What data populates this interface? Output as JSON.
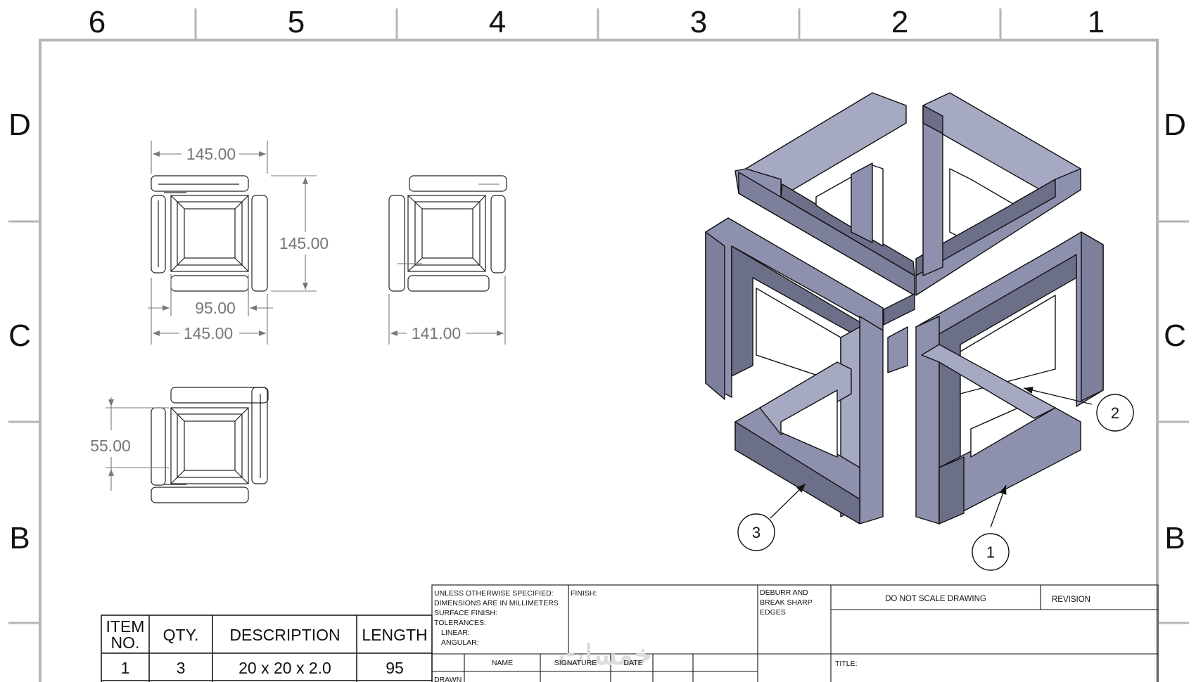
{
  "border": {
    "columns": [
      "6",
      "5",
      "4",
      "3",
      "2",
      "1"
    ],
    "rows": [
      "D",
      "C",
      "B"
    ]
  },
  "dimensions": {
    "top_width": "145.00",
    "right_height": "145.00",
    "inner_width": "95.00",
    "bottom_width": "145.00",
    "side_width": "141.00",
    "small_height": "55.00"
  },
  "balloons": [
    "1",
    "2",
    "3"
  ],
  "bom": {
    "headers": {
      "item_line1": "ITEM",
      "item_line2": "NO.",
      "qty": "QTY.",
      "description": "DESCRIPTION",
      "length": "LENGTH"
    },
    "rows": [
      {
        "item": "1",
        "qty": "3",
        "description": "20 x 20 x 2.0",
        "length": "95"
      }
    ]
  },
  "title_block": {
    "notes": [
      "UNLESS OTHERWISE SPECIFIED:",
      "DIMENSIONS ARE IN MILLIMETERS",
      "SURFACE FINISH:",
      "TOLERANCES:",
      "LINEAR:",
      "ANGULAR:"
    ],
    "finish": "FINISH:",
    "deburr": [
      "DEBURR AND",
      "BREAK SHARP",
      "EDGES"
    ],
    "do_not_scale": "DO NOT SCALE DRAWING",
    "revision": "REVISION",
    "name": "NAME",
    "signature": "SIGNATURE",
    "date": "DATE",
    "drawn": "DRAWN",
    "title": "TITLE:",
    "watermark": "خمسات"
  },
  "colors": {
    "part_face_light": "#a6a9c2",
    "part_face_mid": "#8d91ad",
    "part_face_dark": "#6b6f88",
    "line": "#111111",
    "dimension": "#777777",
    "border": "#b5b5b5"
  }
}
